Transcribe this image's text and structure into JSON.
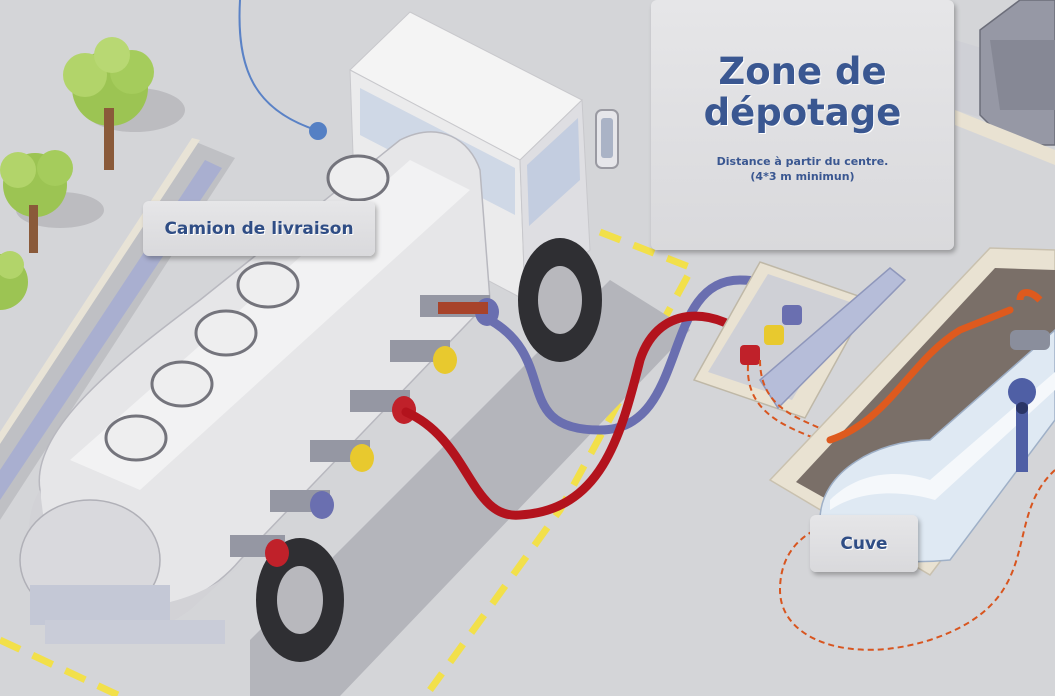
{
  "zone": {
    "title_line1": "Zone de",
    "title_line2": "dépotage",
    "subtitle_line1": "Distance à partir du centre.",
    "subtitle_line2": "(4*3 m minimun)"
  },
  "labels": {
    "truck": "Camion de livraison",
    "tank": "Cuve"
  },
  "colors": {
    "background": "#d4d5d8",
    "label_text": "#33508a",
    "hose_red": "#b3131d",
    "hose_blue": "#6a6fb0",
    "orange_pipe": "#de5a1e",
    "marking_yellow": "#f2e04a",
    "tree_green": "#9cc453"
  }
}
